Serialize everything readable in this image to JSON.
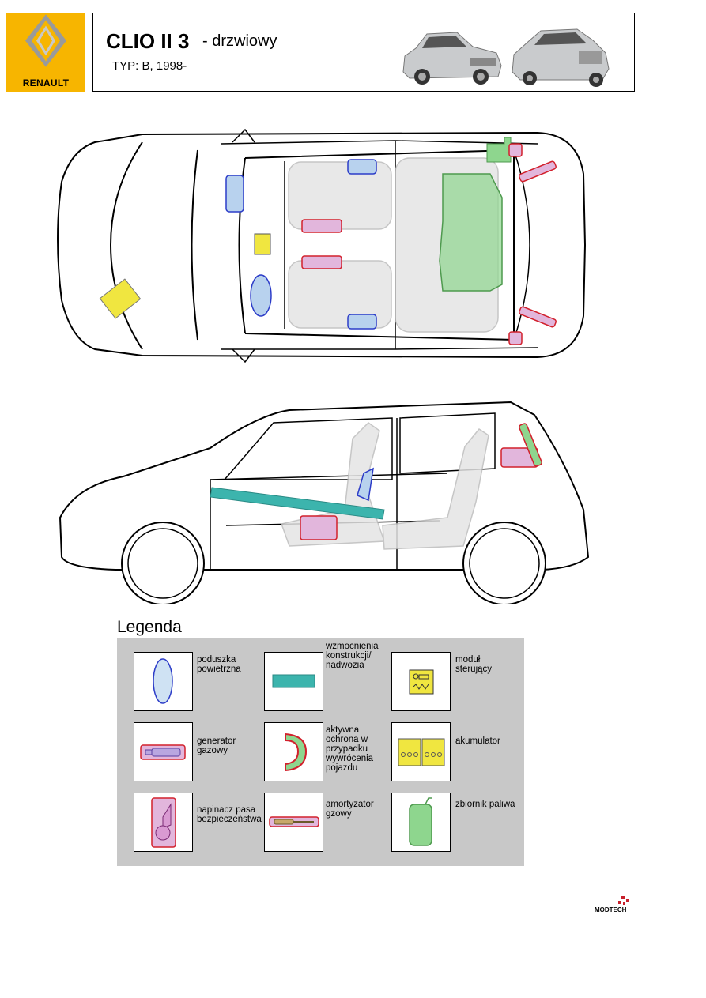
{
  "header": {
    "brand": "RENAULT",
    "model": "CLIO II 3",
    "variant": "- drzwiowy",
    "type": "TYP: B, 1998-"
  },
  "legend": {
    "title": "Legenda",
    "items": [
      {
        "label": "poduszka\npowietrzna",
        "icon": "airbag-icon"
      },
      {
        "label": "wzmocnienia\nkonstrukcji/\nnadwozia",
        "icon": "reinforcement-icon"
      },
      {
        "label": "moduł\nsterujący",
        "icon": "control-module-icon"
      },
      {
        "label": "generator\ngazowy",
        "icon": "gas-generator-icon"
      },
      {
        "label": "aktywna\nochrona w\nprzypadku\nwywrócenia\npojazdu",
        "icon": "rollover-protection-icon"
      },
      {
        "label": "akumulator",
        "icon": "battery-icon"
      },
      {
        "label": "napinacz pasa\nbezpieczeństwa",
        "icon": "belt-tensioner-icon"
      },
      {
        "label": "amortyzator\ngzowy",
        "icon": "gas-strut-icon"
      },
      {
        "label": "zbiornik paliwa",
        "icon": "fuel-tank-icon"
      }
    ]
  },
  "footer": {
    "brand": "MODTECH"
  },
  "colors": {
    "renault_yellow": "#f7b500",
    "airbag": "#2c3cc8",
    "generator": "#d2202c",
    "reinforcement": "#3cb4ad",
    "module": "#f0e640",
    "fuel_tank": "#8ed68e"
  }
}
